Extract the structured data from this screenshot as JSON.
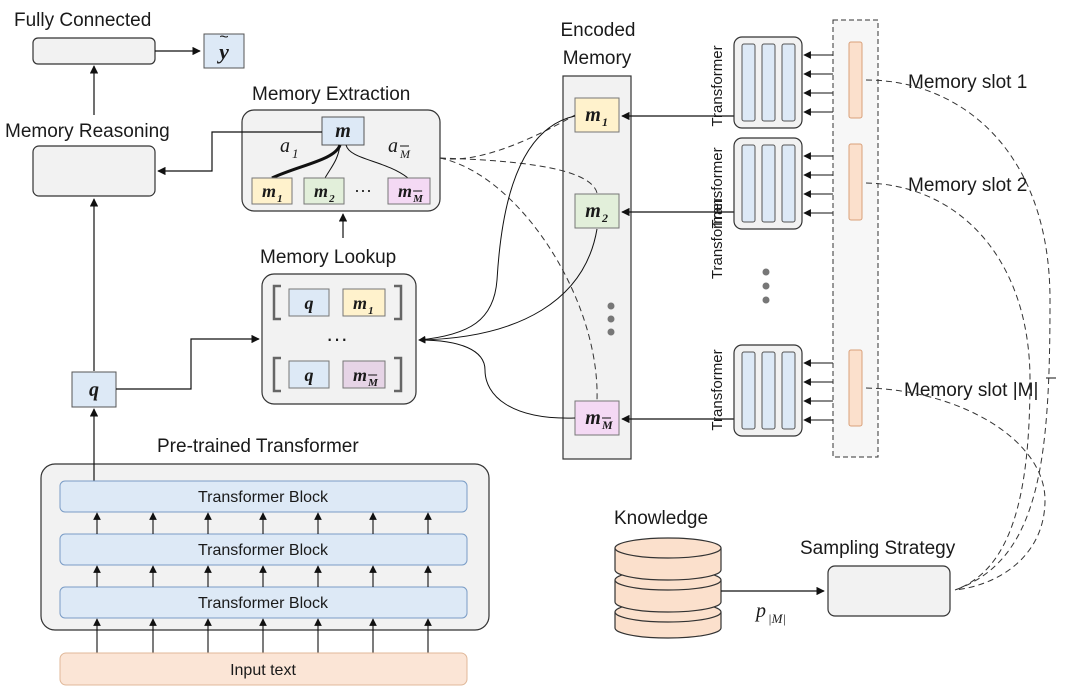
{
  "labels": {
    "fully_connected": "Fully Connected",
    "memory_reasoning": "Memory Reasoning",
    "memory_extraction": "Memory Extraction",
    "memory_lookup": "Memory Lookup",
    "encoded_memory_1": "Encoded",
    "encoded_memory_2": "Memory",
    "pretrained_transformer": "Pre-trained Transformer",
    "knowledge": "Knowledge",
    "sampling_strategy": "Sampling Strategy"
  },
  "transformer_blocks": [
    "Transformer Block",
    "Transformer Block",
    "Transformer Block"
  ],
  "input_text": "Input text",
  "math": {
    "y_tilde": "y",
    "q": "q",
    "m": "m",
    "a1": "a",
    "a1_sub": "1",
    "aM": "a",
    "aM_sub": "M",
    "p": "p",
    "p_sub": "|M|"
  },
  "extraction_mems": [
    {
      "base": "m",
      "sub": "1",
      "color": "#fff2cc",
      "stroke": "#b5a37a"
    },
    {
      "base": "m",
      "sub": "2",
      "color": "#e2efda",
      "stroke": "#8fa888"
    },
    {
      "base": "m",
      "sub": "M",
      "color": "#f4d9f4",
      "stroke": "#a98aa9"
    }
  ],
  "lookup_rows": [
    {
      "q": "q",
      "m": "m",
      "sub": "1",
      "color": "#fff2cc"
    },
    {
      "q": "q",
      "m": "m",
      "sub": "M",
      "color": "#e6d4e6"
    }
  ],
  "encoded_mems": [
    {
      "base": "m",
      "sub": "1",
      "color": "#fff2cc"
    },
    {
      "base": "m",
      "sub": "2",
      "color": "#e2efda"
    },
    {
      "base": "m",
      "sub": "M",
      "color": "#f4d9f4"
    }
  ],
  "transformer_rot": [
    "Transformer",
    "Transformer",
    "Transformer",
    "Transformer"
  ],
  "memory_slots": [
    "Memory slot 1",
    "Memory slot 2",
    "Memory slot |M|"
  ],
  "ellipsis": "···",
  "colors": {
    "blue_box": "#dde9f6",
    "gray_box": "#f2f2f2",
    "knowledge": "#fbe0cc",
    "input_text": "#fbe5d6",
    "slot": "#fbe0cc"
  }
}
